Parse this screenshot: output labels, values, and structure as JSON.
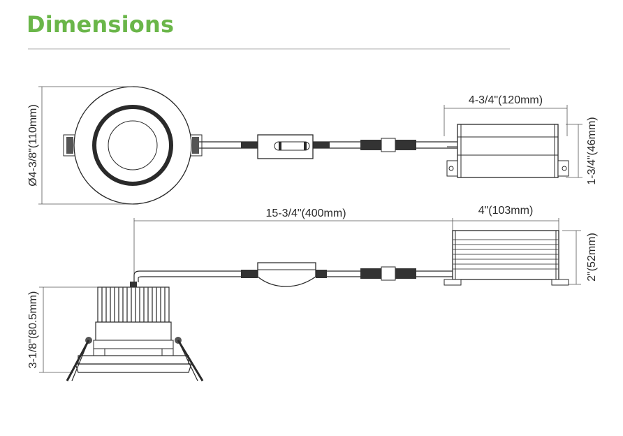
{
  "header": {
    "title": "Dimensions"
  },
  "dimensions": {
    "driver_length": "4-3/4\"(120mm)",
    "driver_height": "1-3/4\"(46mm)",
    "downlight_diameter": "Ø4-3/8\"(110mm)",
    "cable_length": "15-3/4\"(400mm)",
    "driver_width": "4\"(103mm)",
    "driver_depth": "2\"(52mm)",
    "downlight_height": "3-1/8\"(80.5mm)"
  },
  "colors": {
    "accent": "#6ab649",
    "line": "#2a2a2a",
    "rule": "#d6d6d6"
  }
}
